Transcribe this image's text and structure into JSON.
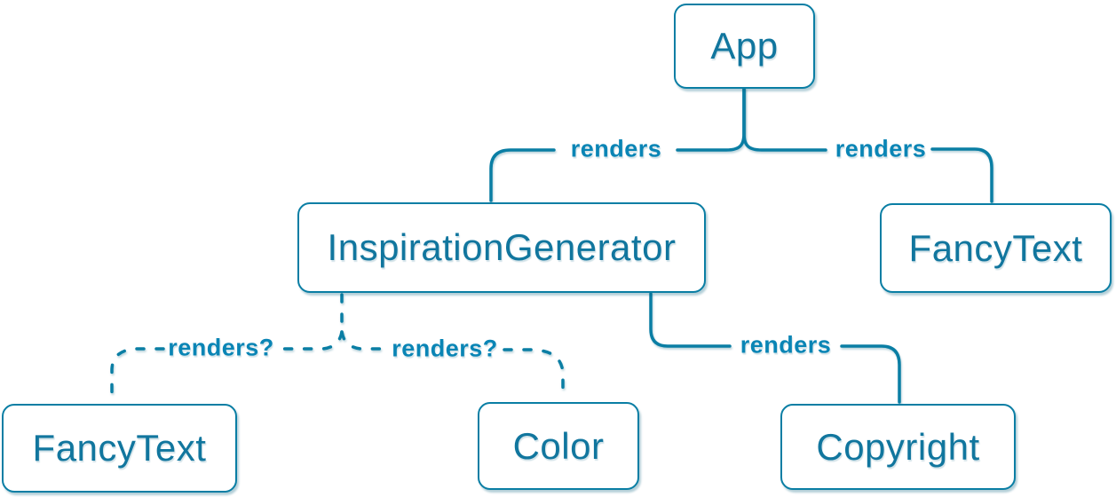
{
  "diagram": {
    "title": "react-component-render-tree",
    "accent_color": "#0a7ea4",
    "background_color": "#ffffff",
    "nodes": {
      "app": {
        "label": "App"
      },
      "inspiration_generator": {
        "label": "InspirationGenerator"
      },
      "fancy_text_top": {
        "label": "FancyText"
      },
      "fancy_text_bottom": {
        "label": "FancyText"
      },
      "color": {
        "label": "Color"
      },
      "copyright": {
        "label": "Copyright"
      }
    },
    "edges": {
      "app_to_inspiration_generator": {
        "label": "renders",
        "style": "solid"
      },
      "app_to_fancy_text": {
        "label": "renders",
        "style": "solid"
      },
      "inspiration_generator_to_fancy_text": {
        "label": "renders?",
        "style": "dashed"
      },
      "inspiration_generator_to_color": {
        "label": "renders?",
        "style": "dashed"
      },
      "inspiration_generator_to_copyright": {
        "label": "renders",
        "style": "solid"
      }
    }
  }
}
